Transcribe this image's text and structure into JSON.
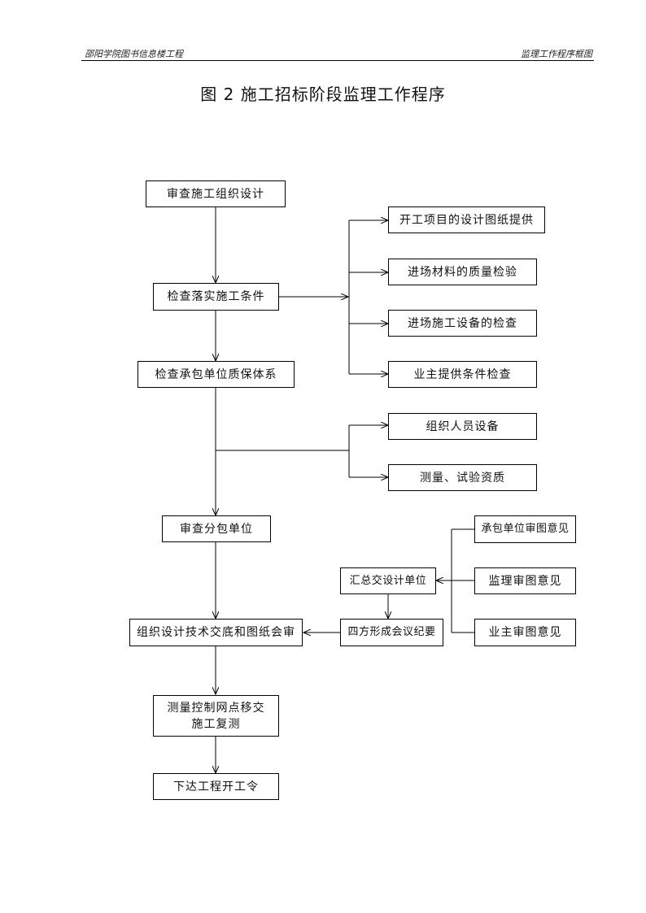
{
  "header": {
    "left": "邵阳学院图书信息楼工程",
    "right": "监理工作程序框图"
  },
  "title": "图 2  施工招标阶段监理工作程序",
  "nodes": {
    "review_design": "审查施工组织设计",
    "check_conditions": "检查落实施工条件",
    "check_qa_system": "检查承包单位质保体系",
    "review_subcontractor": "审查分包单位",
    "design_briefing": "组织设计技术交底和图纸会审",
    "survey_line1": "测量控制网点移交",
    "survey_line2": "施工复测",
    "start_order": "下达工程开工令",
    "drawings_provided": "开工项目的设计图纸提供",
    "material_inspection": "进场材料的质量检验",
    "equipment_inspection": "进场施工设备的检查",
    "owner_conditions": "业主提供条件检查",
    "personnel_equipment": "组织人员设备",
    "survey_test_qual": "测量、试验资质",
    "contractor_opinion": "承包单位审图意见",
    "supervisor_opinion": "监理审图意见",
    "owner_opinion": "业主审图意见",
    "summary_designer": "汇总交设计单位",
    "four_party_minutes": "四方形成会议纪要"
  }
}
